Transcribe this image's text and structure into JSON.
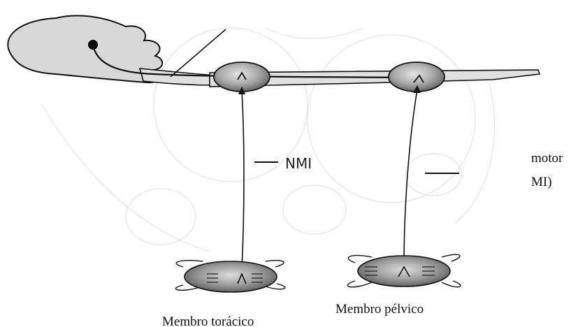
{
  "labels": {
    "nmi": "NMI",
    "motor_fragment": "motor",
    "nmi_fragment": "MI)",
    "thoracic_limb": "Membro torácico",
    "pelvic_limb": "Membro pélvico"
  },
  "colors": {
    "brain_fill": "#d8d8d8",
    "cord_fill": "#e0e0e0",
    "ganglion_fill": "#9a9a9a",
    "stroke": "#111111",
    "faint_background": "#e6e6e6"
  }
}
